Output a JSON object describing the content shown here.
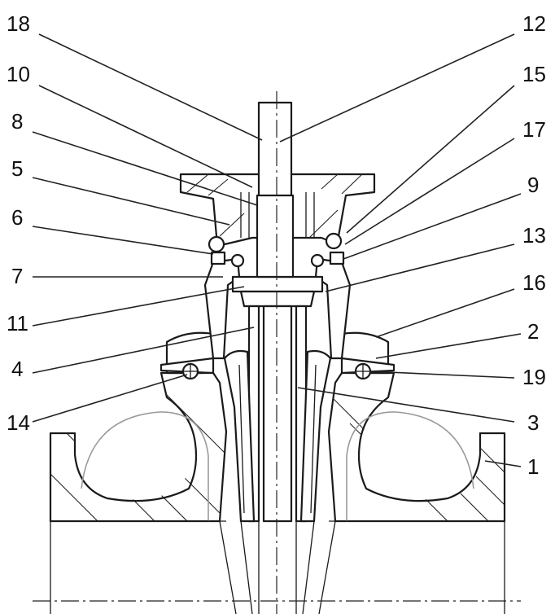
{
  "diagram": {
    "type": "gate-valve-cross-section",
    "line_color": "#1a1a1a",
    "background_color": "#ffffff",
    "callouts": [
      {
        "id": "18",
        "label": "18"
      },
      {
        "id": "12",
        "label": "12"
      },
      {
        "id": "10",
        "label": "10"
      },
      {
        "id": "15",
        "label": "15"
      },
      {
        "id": "8",
        "label": "8"
      },
      {
        "id": "17",
        "label": "17"
      },
      {
        "id": "5",
        "label": "5"
      },
      {
        "id": "9",
        "label": "9"
      },
      {
        "id": "6",
        "label": "6"
      },
      {
        "id": "13",
        "label": "13"
      },
      {
        "id": "7",
        "label": "7"
      },
      {
        "id": "16",
        "label": "16"
      },
      {
        "id": "11",
        "label": "11"
      },
      {
        "id": "2",
        "label": "2"
      },
      {
        "id": "4",
        "label": "4"
      },
      {
        "id": "19",
        "label": "19"
      },
      {
        "id": "14",
        "label": "14"
      },
      {
        "id": "3",
        "label": "3"
      },
      {
        "id": "1",
        "label": "1"
      }
    ]
  }
}
